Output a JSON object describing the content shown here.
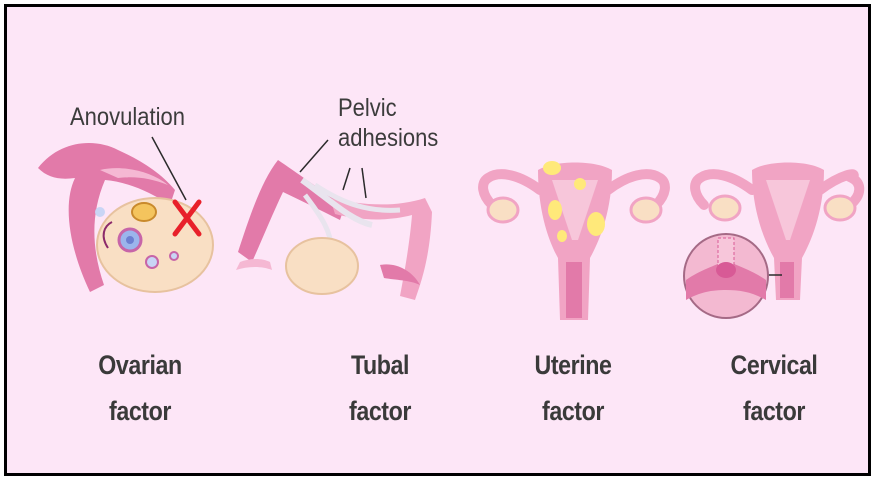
{
  "annotations": {
    "anovulation": "Anovulation",
    "pelvic_line1": "Pelvic",
    "pelvic_line2": "adhesions"
  },
  "factors": [
    {
      "line1": "Ovarian",
      "line2": "factor"
    },
    {
      "line1": "Tubal",
      "line2": "factor"
    },
    {
      "line1": "Uterine",
      "line2": "factor"
    },
    {
      "line1": "Cervical",
      "line2": "factor"
    }
  ],
  "colors": {
    "background": "#fde6f7",
    "frame": "#000000",
    "tissue_pink": "#f4a3c3",
    "tissue_dark": "#d85a96",
    "ovary": "#f9dfc4",
    "adhesion": "#ffe97a",
    "cross_mark": "#e8202a",
    "text": "#3a3a3a"
  }
}
